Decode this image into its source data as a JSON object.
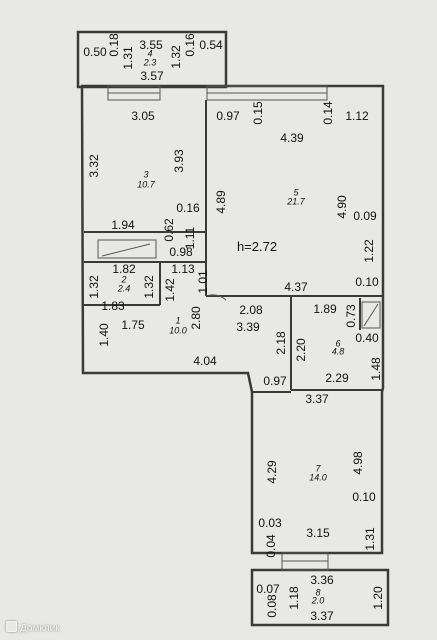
{
  "ceiling_height": "h=2.72",
  "rooms": [
    {
      "number": "4",
      "area": "2.3"
    },
    {
      "number": "3",
      "area": "10.7"
    },
    {
      "number": "5",
      "area": "21.7"
    },
    {
      "number": "2",
      "area": "2.4"
    },
    {
      "number": "1",
      "area": "10.0"
    },
    {
      "number": "6",
      "area": "4.8"
    },
    {
      "number": "7",
      "area": "14.0"
    },
    {
      "number": "8",
      "area": "2.0"
    }
  ],
  "dimensions": {
    "d001": "0.50",
    "d002": "0.18",
    "d003": "3.55",
    "d004": "0.16",
    "d005": "1.31",
    "d006": "1.32",
    "d007": "0.54",
    "d008": "3.57",
    "d009": "3.05",
    "d010": "0.97",
    "d011": "0.15",
    "d012": "0.14",
    "d013": "4.39",
    "d014": "1.12",
    "d015": "3.32",
    "d016": "3.93",
    "d017": "4.89",
    "d018": "4.90",
    "d019": "0.09",
    "d020": "0.16",
    "d021": "1.94",
    "d022": "0.62",
    "d023": "1.11",
    "d024": "0.98",
    "d025": "1.22",
    "d026": "1.82",
    "d027": "1.13",
    "d028": "1.32",
    "d029": "1.32",
    "d030": "1.42",
    "d031": "1.01",
    "d032": "4.37",
    "d033": "0.10",
    "d034": "1.83",
    "d035": "2.08",
    "d036": "1.89",
    "d037": "0.73",
    "d038": "1.75",
    "d039": "2.80",
    "d040": "3.39",
    "d041": "1.40",
    "d042": "2.18",
    "d043": "2.20",
    "d044": "0.40",
    "d045": "4.04",
    "d046": "1.48",
    "d047": "0.97",
    "d048": "2.29",
    "d049": "3.37",
    "d050": "4.29",
    "d051": "4.98",
    "d052": "0.10",
    "d053": "0.03",
    "d054": "3.15",
    "d055": "1.31",
    "d056": "0.04",
    "d057": "3.36",
    "d058": "0.07",
    "d059": "0.08",
    "d060": "1.18",
    "d061": "1.20",
    "d062": "3.37"
  },
  "watermark": "Домклик",
  "colors": {
    "wall": "#3a3a3a",
    "paper": "#e8e9e6",
    "line": "#555555"
  }
}
